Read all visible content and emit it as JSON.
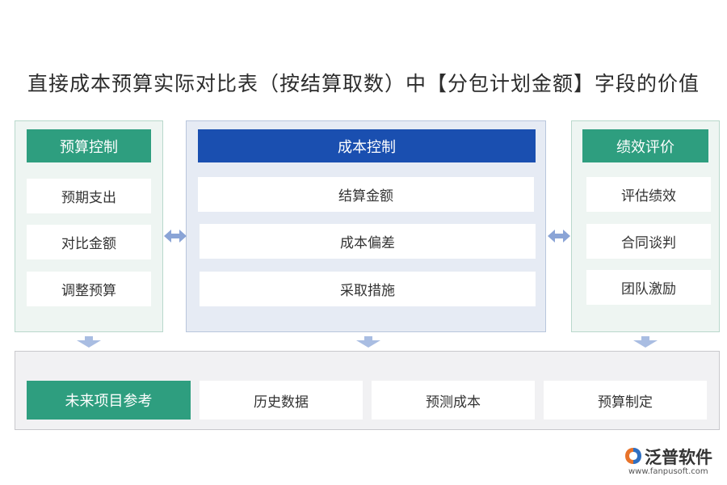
{
  "title": "直接成本预算实际对比表（按结算取数）中【分包计划金额】字段的价值",
  "left": {
    "header": "预算控制",
    "items": [
      "预期支出",
      "对比金额",
      "调整预算"
    ]
  },
  "middle": {
    "header": "成本控制",
    "items": [
      "结算金额",
      "成本偏差",
      "采取措施"
    ]
  },
  "right": {
    "header": "绩效评价",
    "items": [
      "评估绩效",
      "合同谈判",
      "团队激励"
    ]
  },
  "bottom": {
    "header": "未来项目参考",
    "items": [
      "历史数据",
      "预测成本",
      "预算制定"
    ]
  },
  "logo": {
    "name": "泛普软件",
    "url": "www.fanpusoft.com"
  },
  "colors": {
    "green": "#2e9e7f",
    "blue": "#1a4fb0",
    "arrow": "#8aa4d6"
  }
}
